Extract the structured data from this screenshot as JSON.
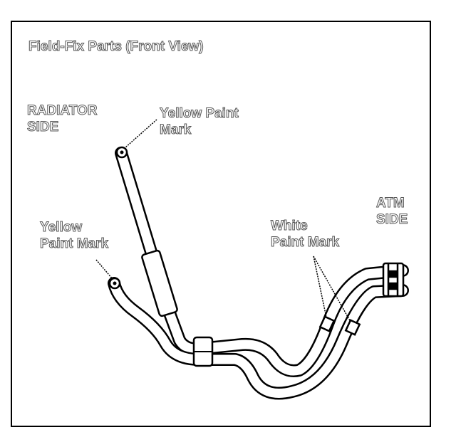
{
  "title": "Field-Fix Parts (Front View)",
  "labels": {
    "radiator_side": [
      "RADIATOR",
      "SIDE"
    ],
    "atm_side": [
      "ATM",
      "SIDE"
    ],
    "yellow_mark_top": [
      "Yellow Paint",
      "Mark"
    ],
    "yellow_mark_left": [
      "Yellow",
      "Paint Mark"
    ],
    "white_mark": [
      "White",
      "Paint Mark"
    ]
  },
  "colors": {
    "ink": "#000000",
    "paper": "#ffffff",
    "label_outline": "#555555"
  }
}
